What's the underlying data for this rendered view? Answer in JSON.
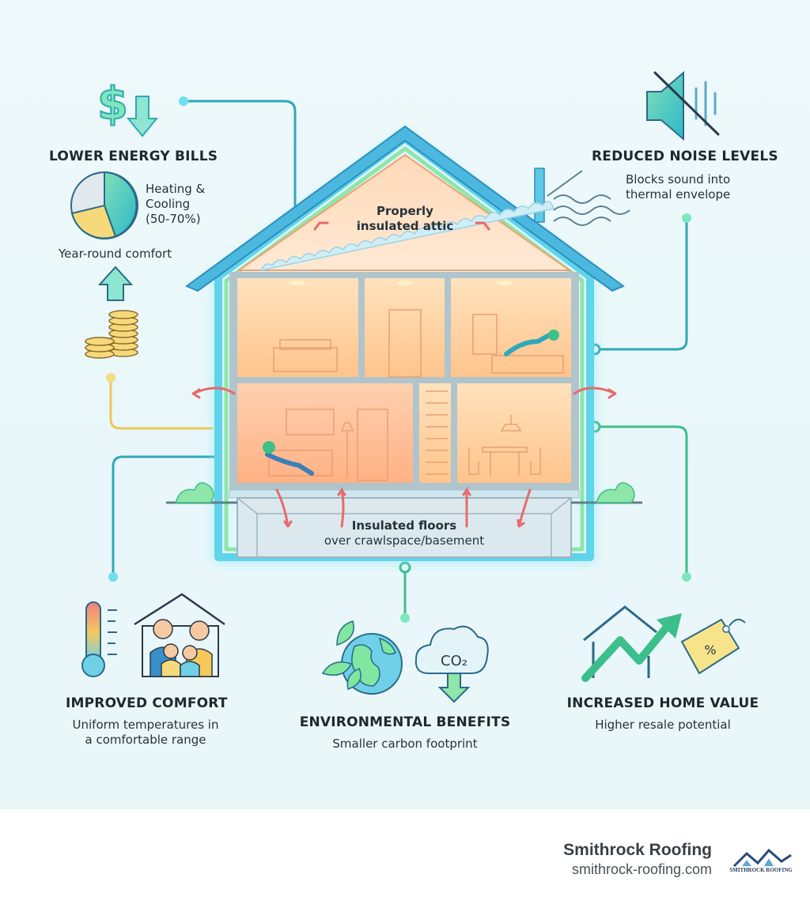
{
  "house": {
    "attic_label_1": "Properly",
    "attic_label_2": "insulated attic",
    "floor_label_1": "Insulated floors",
    "floor_label_2": "over crawlspace/basement"
  },
  "benefits": {
    "energy": {
      "title": "LOWER ENERGY BILLS",
      "pie_label_1": "Heating &",
      "pie_label_2": "Cooling",
      "pie_label_3": "(50-70%)",
      "sub": "Year-round comfort"
    },
    "noise": {
      "title": "REDUCED NOISE LEVELS",
      "sub_1": "Blocks sound into",
      "sub_2": "thermal envelope"
    },
    "comfort": {
      "title": "IMPROVED COMFORT",
      "sub_1": "Uniform temperatures in",
      "sub_2": "a comfortable range"
    },
    "environment": {
      "title": "ENVIRONMENTAL BENEFITS",
      "sub": "Smaller carbon footprint",
      "co2_label": "CO₂"
    },
    "value": {
      "title": "INCREASED HOME VALUE",
      "sub": "Higher resale potential",
      "tag_symbol": "%"
    }
  },
  "icons": {
    "dollar_symbol": "$"
  },
  "footer": {
    "brand": "Smithrock Roofing",
    "url": "smithrock-roofing.com",
    "logo_text": "SMITHROCK ROOFING"
  },
  "colors": {
    "glow": "#5fd4ea",
    "house_outline": "#3fb7d9",
    "room_warm": "#ffd3a2",
    "connector_teal": "#2fa9b8",
    "connector_green": "#3cbf8a",
    "connector_yellow": "#e9c85a",
    "arrow_red": "#e86a6a"
  }
}
